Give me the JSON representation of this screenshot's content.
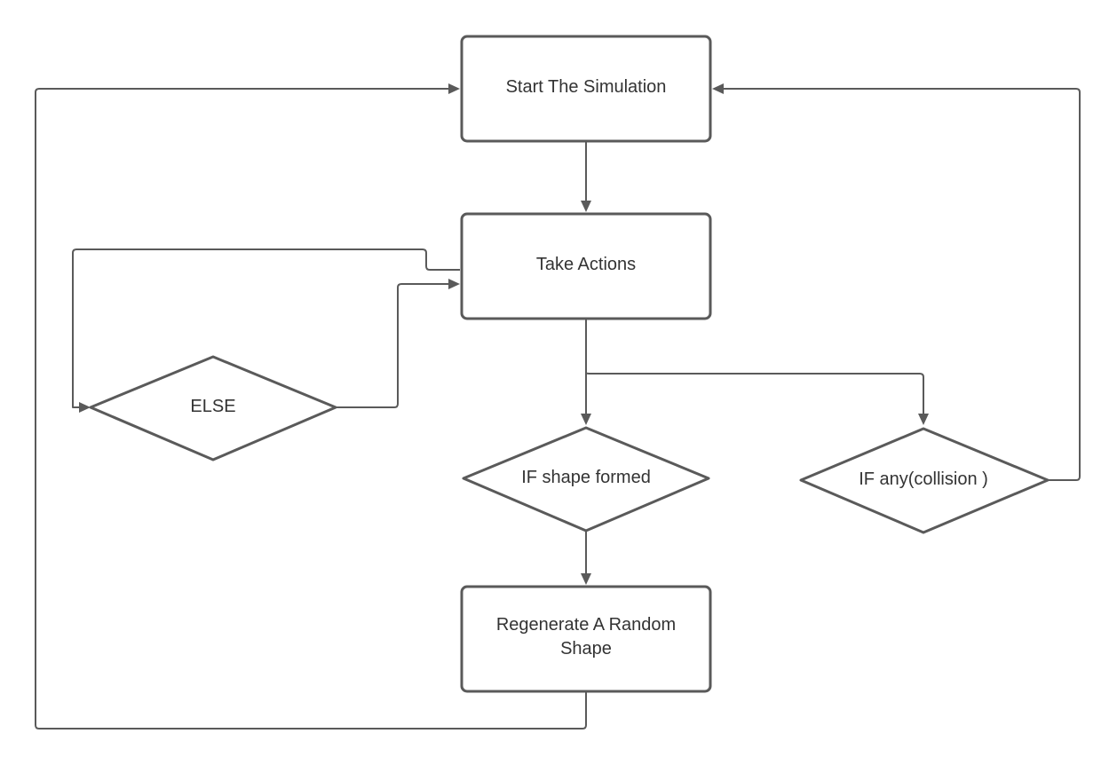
{
  "diagram": {
    "type": "flowchart",
    "nodes": {
      "start": {
        "label": "Start The Simulation",
        "shape": "rectangle"
      },
      "take_actions": {
        "label": "Take Actions",
        "shape": "rectangle"
      },
      "else": {
        "label": "ELSE",
        "shape": "diamond"
      },
      "if_shape_formed": {
        "label": "IF shape formed",
        "shape": "diamond"
      },
      "if_collision": {
        "label": "IF any(collision )",
        "shape": "diamond"
      },
      "regenerate": {
        "label_line1": "Regenerate A Random",
        "label_line2": "Shape",
        "shape": "rectangle"
      }
    },
    "edges": [
      {
        "from": "start",
        "to": "take_actions"
      },
      {
        "from": "take_actions",
        "to": "if_shape_formed"
      },
      {
        "from": "take_actions",
        "to": "if_collision"
      },
      {
        "from": "take_actions",
        "to": "else"
      },
      {
        "from": "else",
        "to": "take_actions"
      },
      {
        "from": "if_shape_formed",
        "to": "regenerate"
      },
      {
        "from": "regenerate",
        "to": "start"
      },
      {
        "from": "if_collision",
        "to": "start"
      }
    ],
    "colors": {
      "stroke": "#5a5a5a",
      "text": "#333333",
      "background": "#ffffff"
    }
  }
}
